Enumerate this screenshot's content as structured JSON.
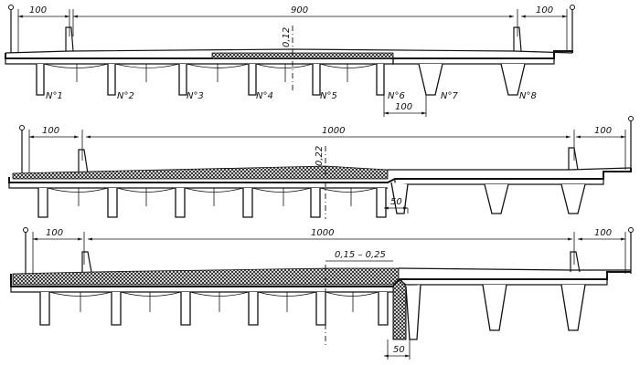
{
  "diagram": {
    "sections": [
      {
        "id": "top",
        "dimensions": {
          "left_sidewalk": "100",
          "carriageway": "900",
          "right_sidewalk": "100",
          "thickness": "0,12",
          "bottom_dim": "100"
        },
        "beam_labels": [
          "N°1",
          "N°2",
          "N°3",
          "N°4",
          "N°5",
          "N°6",
          "N°7",
          "N°8"
        ]
      },
      {
        "id": "middle",
        "dimensions": {
          "left_sidewalk": "100",
          "carriageway": "1000",
          "right_sidewalk": "100",
          "thickness": "0,22",
          "bottom_dim": "50"
        }
      },
      {
        "id": "bottom",
        "dimensions": {
          "left_sidewalk": "100",
          "carriageway": "1000",
          "right_sidewalk": "100",
          "thickness": "0,15 – 0,25",
          "bottom_dim": "50"
        }
      }
    ],
    "colors": {
      "line": "#111111",
      "background": "#ffffff"
    }
  }
}
